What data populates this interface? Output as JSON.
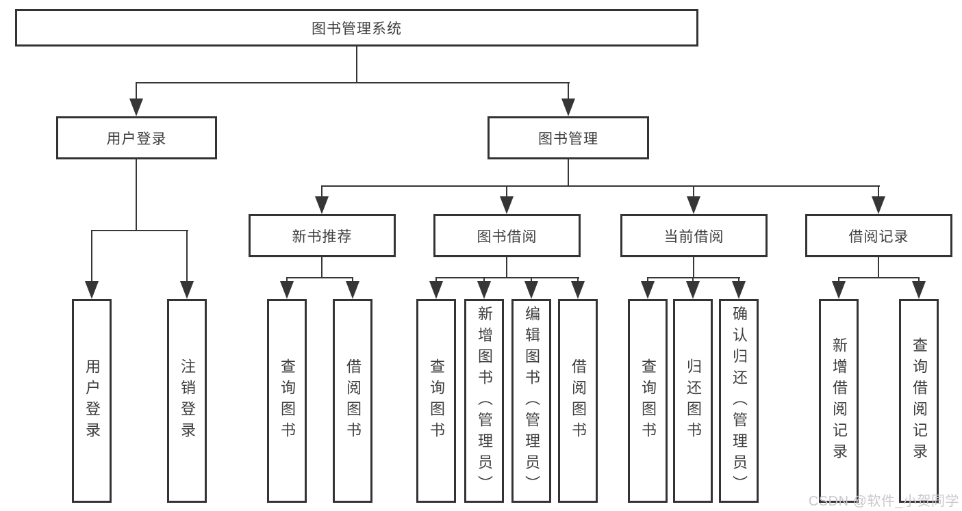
{
  "root": {
    "label": "图书管理系统"
  },
  "user_login": {
    "label": "用户登录",
    "children": [
      {
        "label": "用户登录"
      },
      {
        "label": "注销登录"
      }
    ]
  },
  "book_mgmt": {
    "label": "图书管理",
    "sections": [
      {
        "label": "新书推荐",
        "children": [
          {
            "label": "查询图书"
          },
          {
            "label": "借阅图书"
          }
        ]
      },
      {
        "label": "图书借阅",
        "children": [
          {
            "label": "查询图书"
          },
          {
            "label": "新增图书（管理员）"
          },
          {
            "label": "编辑图书（管理员）"
          },
          {
            "label": "借阅图书"
          }
        ]
      },
      {
        "label": "当前借阅",
        "children": [
          {
            "label": "查询图书"
          },
          {
            "label": "归还图书"
          },
          {
            "label": "确认归还（管理员）"
          }
        ]
      },
      {
        "label": "借阅记录",
        "children": [
          {
            "label": "新增借阅记录"
          },
          {
            "label": "查询借阅记录"
          }
        ]
      }
    ]
  },
  "watermark": {
    "label": "CSDN @软件_小贺同学"
  },
  "colors": {
    "background": "#ffffff",
    "line": "#363636",
    "box_border": "#333333",
    "text": "#3d3d3d",
    "watermark": "#c9c9c9"
  }
}
